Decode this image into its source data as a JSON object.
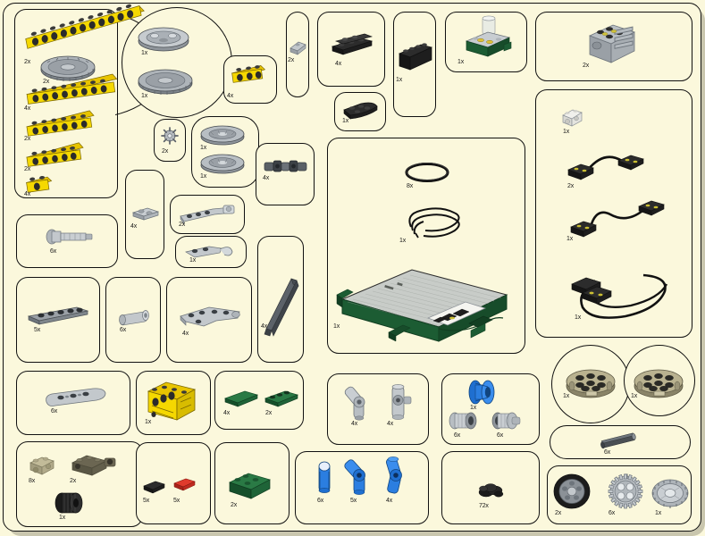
{
  "document": {
    "title": "LEGO Technic parts inventory sheet",
    "background_color": "#fbf8dc",
    "outline_color": "#111111",
    "page_shadow_color": "#c9c6ae"
  },
  "palette": {
    "yellow": "#f5d800",
    "yellow_dark": "#c9ae00",
    "gray_light": "#bcc0c4",
    "gray_mid": "#9aa0a6",
    "gray_dark": "#4a4f54",
    "black": "#1a1a1a",
    "green": "#1c5c33",
    "green_dark": "#123f22",
    "tan": "#b9b290",
    "blue": "#1f6fd0",
    "red": "#d32b22",
    "white": "#f2f2ee"
  },
  "panels": [
    {
      "id": "p-circle-big-left",
      "name": "circle-group-beams-gear-left",
      "shape": "circle",
      "parts": [
        {
          "name": "yellow-technic-beam-15",
          "qty": "2x",
          "color": "yellow"
        },
        {
          "name": "gear-40-tooth",
          "qty": "2x",
          "color": "gray_mid"
        }
      ]
    },
    {
      "id": "p-circle-big-right",
      "name": "circle-group-turntable-gear-right",
      "shape": "circle",
      "parts": [
        {
          "name": "turntable-top",
          "qty": "1x",
          "color": "gray_light"
        },
        {
          "name": "gear-40-tooth",
          "qty": "1x",
          "color": "gray_mid"
        }
      ]
    },
    {
      "id": "p-left-beams",
      "name": "yellow-beam-column",
      "shape": "rounded",
      "parts": [
        {
          "name": "yellow-technic-beam-13",
          "qty": "4x",
          "color": "yellow"
        },
        {
          "name": "yellow-technic-beam-9",
          "qty": "2x",
          "color": "yellow"
        },
        {
          "name": "yellow-technic-beam-7",
          "qty": "2x",
          "color": "yellow"
        },
        {
          "name": "yellow-technic-brick-3",
          "qty": "4x",
          "color": "yellow"
        }
      ]
    },
    {
      "id": "p-yellow-beam-4",
      "name": "yellow-technic-beam-4-panel",
      "shape": "rounded",
      "parts": [
        {
          "name": "yellow-technic-beam-4",
          "qty": "4x",
          "color": "yellow"
        }
      ]
    },
    {
      "id": "p-small-gear",
      "name": "small-gear-panel",
      "shape": "rounded",
      "parts": [
        {
          "name": "gear-8-tooth",
          "qty": "2x",
          "color": "gray_mid"
        }
      ]
    },
    {
      "id": "p-tires",
      "name": "tire-pair-panel",
      "shape": "rounded",
      "parts": [
        {
          "name": "tire-small-1",
          "qty": "1x",
          "color": "gray_mid"
        },
        {
          "name": "tire-small-2",
          "qty": "1x",
          "color": "gray_mid"
        }
      ]
    },
    {
      "id": "p-gray-plate-2x2",
      "name": "gray-plate-panel",
      "shape": "rounded",
      "parts": [
        {
          "name": "gray-plate-2x2",
          "qty": "4x",
          "color": "gray_light"
        }
      ]
    },
    {
      "id": "p-angled-beam",
      "name": "gray-angled-beam-panel",
      "shape": "rounded",
      "parts": [
        {
          "name": "gray-angled-beam",
          "qty": "2x",
          "color": "gray_light"
        }
      ]
    },
    {
      "id": "p-gray-arm",
      "name": "gray-arm-panel",
      "shape": "rounded",
      "parts": [
        {
          "name": "gray-arm-plate",
          "qty": "1x",
          "color": "gray_light"
        }
      ]
    },
    {
      "id": "p-axle-connector",
      "name": "gray-universal-joint-panel",
      "shape": "rounded",
      "parts": [
        {
          "name": "universal-joint",
          "qty": "4x",
          "color": "gray_dark"
        }
      ]
    },
    {
      "id": "p-gray-pin-tool",
      "name": "gray-pin-tool-panel",
      "shape": "rounded",
      "parts": [
        {
          "name": "gray-axle-pin-tool",
          "qty": "6x",
          "color": "gray_mid"
        }
      ]
    },
    {
      "id": "p-gray-beam-5",
      "name": "gray-beam-5-panel",
      "shape": "rounded",
      "parts": [
        {
          "name": "gray-technic-beam-5",
          "qty": "5x",
          "color": "gray_dark"
        }
      ]
    },
    {
      "id": "p-gray-bush",
      "name": "gray-bush-panel",
      "shape": "rounded",
      "parts": [
        {
          "name": "gray-axle-bush",
          "qty": "6x",
          "color": "gray_light"
        }
      ]
    },
    {
      "id": "p-gray-tri-beam",
      "name": "gray-triangle-beam-panel",
      "shape": "rounded",
      "parts": [
        {
          "name": "gray-triangular-beam",
          "qty": "4x",
          "color": "gray_light"
        }
      ]
    },
    {
      "id": "p-dark-slope",
      "name": "dark-long-beam-panel",
      "shape": "rounded",
      "parts": [
        {
          "name": "dark-gray-long-beam",
          "qty": "4x",
          "color": "gray_dark"
        }
      ]
    },
    {
      "id": "p-gray-wedge",
      "name": "gray-wedge-panel",
      "shape": "rounded",
      "parts": [
        {
          "name": "gray-wedge-plate",
          "qty": "2x",
          "color": "gray_light"
        }
      ]
    },
    {
      "id": "p-black-plates",
      "name": "black-plate-panel",
      "shape": "rounded",
      "parts": [
        {
          "name": "black-plate-1x4",
          "qty": "4x",
          "color": "black"
        }
      ]
    },
    {
      "id": "p-black-curved",
      "name": "black-curved-plate-panel",
      "shape": "rounded",
      "parts": [
        {
          "name": "black-curved-plate",
          "qty": "1x",
          "color": "black"
        }
      ]
    },
    {
      "id": "p-black-brick",
      "name": "black-brick-panel",
      "shape": "rounded",
      "parts": [
        {
          "name": "black-technic-brick-1x6",
          "qty": "1x",
          "color": "black"
        }
      ]
    },
    {
      "id": "p-light-brick",
      "name": "green-light-brick-panel",
      "shape": "rounded",
      "parts": [
        {
          "name": "green-light-unit",
          "qty": "1x",
          "color": "green"
        }
      ]
    },
    {
      "id": "p-motor",
      "name": "gray-motor-panel",
      "shape": "rounded",
      "parts": [
        {
          "name": "gray-motor",
          "qty": "2x",
          "color": "gray_light"
        }
      ]
    },
    {
      "id": "p-wires",
      "name": "electric-wires-panel",
      "shape": "rounded",
      "parts": [
        {
          "name": "white-technic-brick",
          "qty": "1x",
          "color": "white"
        },
        {
          "name": "wire-short",
          "qty": "2x",
          "color": "black"
        },
        {
          "name": "wire-medium",
          "qty": "1x",
          "color": "black"
        },
        {
          "name": "wire-long",
          "qty": "1x",
          "color": "black"
        }
      ]
    },
    {
      "id": "p-center",
      "name": "baseplate-and-band-panel",
      "shape": "rounded",
      "parts": [
        {
          "name": "rubber-band",
          "qty": "8x",
          "color": "black"
        },
        {
          "name": "string-cord",
          "qty": "1x",
          "color": "black"
        },
        {
          "name": "green-rcx-baseplate",
          "qty": "1x",
          "color": "green"
        }
      ]
    },
    {
      "id": "p-gray-beam-6",
      "name": "gray-beam-6-panel",
      "shape": "rounded",
      "parts": [
        {
          "name": "gray-technic-beam-6",
          "qty": "6x",
          "color": "gray_light"
        }
      ]
    },
    {
      "id": "p-tan-bricks",
      "name": "tan-brick-panel",
      "shape": "rounded",
      "parts": [
        {
          "name": "tan-technic-brick",
          "qty": "8x",
          "color": "tan"
        },
        {
          "name": "tan-bracket-brick",
          "qty": "2x",
          "color": "tan"
        },
        {
          "name": "black-tire-thick",
          "qty": "1x",
          "color": "black"
        }
      ]
    },
    {
      "id": "p-yellow-frame",
      "name": "yellow-gearbox-frame-panel",
      "shape": "rounded",
      "parts": [
        {
          "name": "yellow-gearbox-frame",
          "qty": "1x",
          "color": "yellow"
        }
      ]
    },
    {
      "id": "p-green-tiles",
      "name": "green-tile-panel",
      "shape": "rounded",
      "parts": [
        {
          "name": "green-tile-1x4",
          "qty": "4x",
          "color": "green"
        },
        {
          "name": "green-plate-1x4",
          "qty": "2x",
          "color": "green"
        }
      ]
    },
    {
      "id": "p-gray-conn",
      "name": "gray-connector-panel",
      "shape": "rounded",
      "parts": [
        {
          "name": "gray-angle-connector",
          "qty": "4x",
          "color": "gray_light"
        },
        {
          "name": "gray-pin-connector",
          "qty": "4x",
          "color": "gray_light"
        }
      ]
    },
    {
      "id": "p-blue-pulley",
      "name": "blue-pulley-panel",
      "shape": "rounded",
      "parts": [
        {
          "name": "blue-pulley-wheel",
          "qty": "1x",
          "color": "blue"
        },
        {
          "name": "gray-clutch-left",
          "qty": "6x",
          "color": "gray_light"
        },
        {
          "name": "gray-clutch-right",
          "qty": "6x",
          "color": "gray_light"
        }
      ]
    },
    {
      "id": "p-black-red-tiles",
      "name": "black-red-tile-panel",
      "shape": "rounded",
      "parts": [
        {
          "name": "black-tile-1x2",
          "qty": "5x",
          "color": "black"
        },
        {
          "name": "red-tile-1x2",
          "qty": "5x",
          "color": "red"
        }
      ]
    },
    {
      "id": "p-green-brick",
      "name": "green-brick-panel",
      "shape": "rounded",
      "parts": [
        {
          "name": "green-brick-2x4",
          "qty": "2x",
          "color": "green"
        }
      ]
    },
    {
      "id": "p-blue-pins",
      "name": "blue-connector-panel",
      "shape": "rounded",
      "parts": [
        {
          "name": "blue-pin-long",
          "qty": "6x",
          "color": "blue"
        },
        {
          "name": "blue-angle-connector",
          "qty": "5x",
          "color": "blue"
        },
        {
          "name": "blue-double-connector",
          "qty": "4x",
          "color": "blue"
        }
      ]
    },
    {
      "id": "p-black-pins",
      "name": "black-pin-pile-panel",
      "shape": "rounded",
      "parts": [
        {
          "name": "black-pin-pile",
          "qty": "72x",
          "color": "black"
        }
      ]
    },
    {
      "id": "p-tan-round-a",
      "name": "tan-round-brick-circle-left",
      "shape": "circle",
      "parts": [
        {
          "name": "tan-round-brick-4x4",
          "qty": "1x",
          "color": "tan"
        }
      ]
    },
    {
      "id": "p-tan-round-b",
      "name": "tan-round-brick-circle-right",
      "shape": "circle",
      "parts": [
        {
          "name": "tan-round-brick-4x4",
          "qty": "1x",
          "color": "tan"
        }
      ]
    },
    {
      "id": "p-axle",
      "name": "gray-axle-panel",
      "shape": "pill",
      "parts": [
        {
          "name": "gray-axle-long",
          "qty": "6x",
          "color": "gray_dark"
        }
      ]
    },
    {
      "id": "p-wheels-gears",
      "name": "wheel-and-gear-panel",
      "shape": "rounded",
      "parts": [
        {
          "name": "wheel-with-tire",
          "qty": "2x",
          "color": "black"
        },
        {
          "name": "gear-24-tooth",
          "qty": "6x",
          "color": "gray_light"
        },
        {
          "name": "gear-crown",
          "qty": "1x",
          "color": "gray_light"
        }
      ]
    }
  ]
}
